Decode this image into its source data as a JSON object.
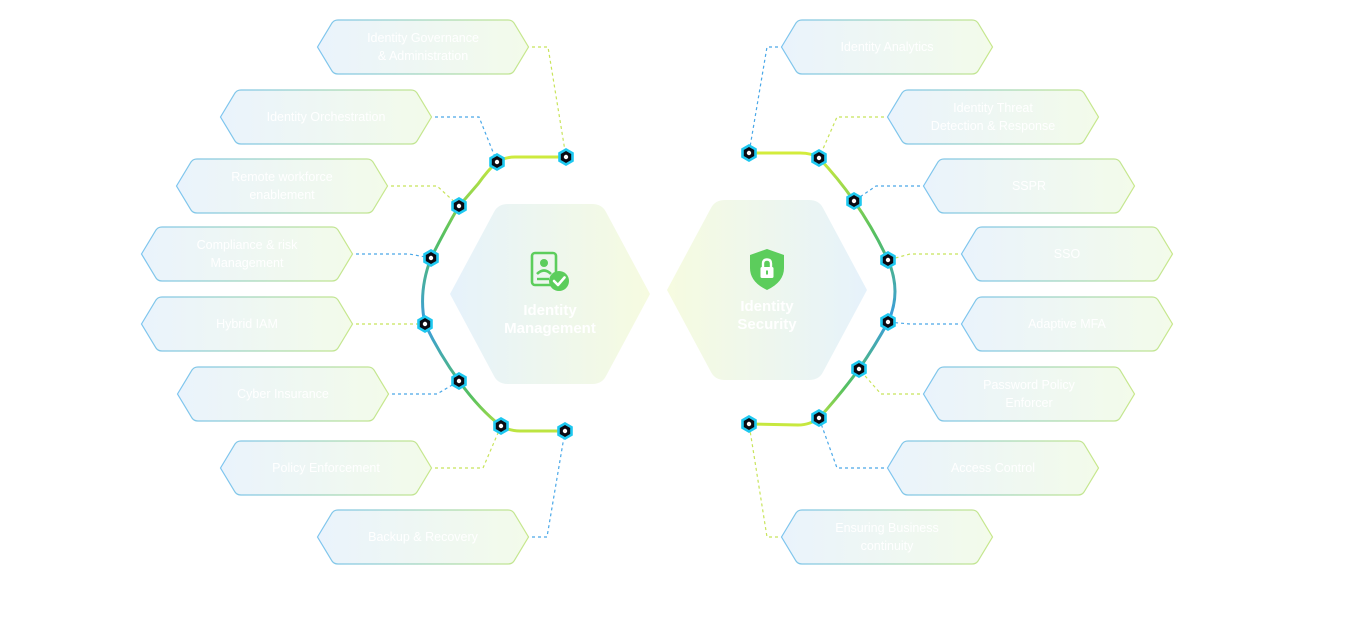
{
  "colors": {
    "node_ring": "#1ec8f0",
    "node_core": "#0a0a12",
    "trunk_start": "#d8ee3a",
    "trunk_mid": "#55c060",
    "trunk_end": "#3a9ce0",
    "connector_blue": "#4aa8e8",
    "connector_green": "#c8e45a",
    "pill_border_blue": "#7cc4f0",
    "pill_border_green": "#c8e88a",
    "pill_fill_blue": "#eaf3fc",
    "pill_fill_green": "#f3fbea",
    "icon_green": "#5ccd5c",
    "text": "#ffffff"
  },
  "left_hub": {
    "title": "Identity\nManagement",
    "icon": "id-card-check-icon"
  },
  "right_hub": {
    "title": "Identity\nSecurity",
    "icon": "shield-lock-icon"
  },
  "left_items": [
    "Identity Governance\n& Administration",
    "Identity Orchestration",
    "Remote workforce\nenablement",
    "Compliance & risk\nManagement",
    "Hybrid IAM",
    "Cyber Insurance",
    "Policy Enforcement",
    "Backup & Recovery"
  ],
  "right_items": [
    "Identity Analytics",
    "Identity Threat\nDetection & Response",
    "SSPR",
    "SSO",
    "Adaptive MFA",
    "Password Policy\nEnforcer",
    "Access Control",
    "Ensuring Business\ncontinuity"
  ]
}
